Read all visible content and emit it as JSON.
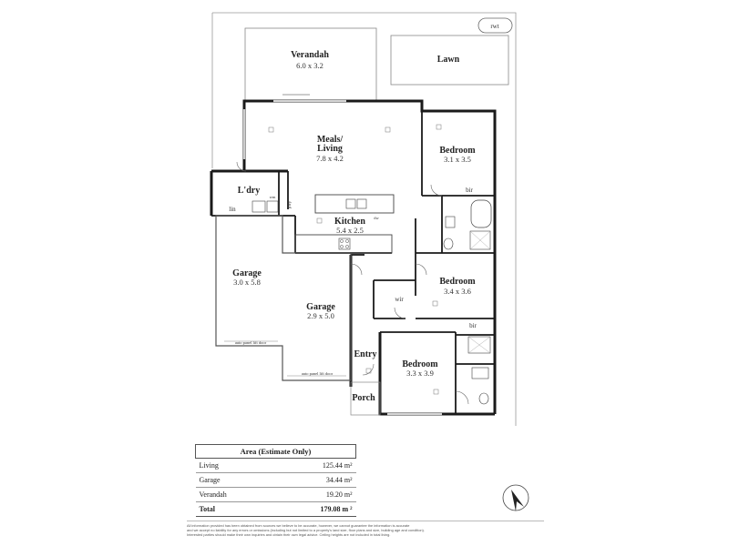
{
  "rooms": {
    "verandah": {
      "name": "Verandah",
      "dim": "6.0 x 3.2"
    },
    "lawn": {
      "name": "Lawn"
    },
    "rwt": {
      "name": "rwt"
    },
    "meals_living": {
      "name_line1": "Meals/",
      "name_line2": "Living",
      "dim": "7.8 x 4.2"
    },
    "bedroom1": {
      "name": "Bedroom",
      "dim": "3.1 x 3.5"
    },
    "bir1": {
      "name": "bir"
    },
    "laundry": {
      "name": "L'dry"
    },
    "wm": {
      "name": "wm"
    },
    "lin": {
      "name": "lin"
    },
    "pantry": {
      "name": "p'try"
    },
    "kitchen": {
      "name": "Kitchen",
      "dim": "5.4 x 2.5"
    },
    "dw": {
      "name": "dw"
    },
    "garage1": {
      "name": "Garage",
      "dim": "3.0 x 5.8"
    },
    "garage2": {
      "name": "Garage",
      "dim": "2.9 x 5.0"
    },
    "bedroom2": {
      "name": "Bedroom",
      "dim": "3.4 x 3.6"
    },
    "wir": {
      "name": "wir"
    },
    "bir2": {
      "name": "bir"
    },
    "entry": {
      "name": "Entry"
    },
    "bedroom3": {
      "name": "Bedroom",
      "dim": "3.3 x 3.9"
    },
    "porch": {
      "name": "Porch"
    },
    "door1": {
      "name": "auto panel lift door"
    },
    "door2": {
      "name": "auto panel lift door"
    }
  },
  "area_table": {
    "title": "Area (Estimate Only)",
    "rows": [
      {
        "label": "Living",
        "value": "125.44 m²"
      },
      {
        "label": "Garage",
        "value": "34.44 m²"
      },
      {
        "label": "Verandah",
        "value": "19.20 m²"
      }
    ],
    "total": {
      "label": "Total",
      "value": "179.08 m ²"
    }
  },
  "disclaimer_lines": [
    "All information provided has been obtained from sources we believe to be accurate, however, we cannot guarantee the information is accurate",
    "and we accept no liability for any errors or omissions (including but not limited to a property's land size, floor plans and size, building age and condition).",
    "Interested parties should make their own inquiries and obtain their own legal advice. Ceiling heights are not included in total living."
  ],
  "icons": {
    "compass": "north-arrow-icon"
  },
  "colors": {
    "wall": "#1a1a1a",
    "thin": "#555555",
    "outline": "#888888"
  }
}
